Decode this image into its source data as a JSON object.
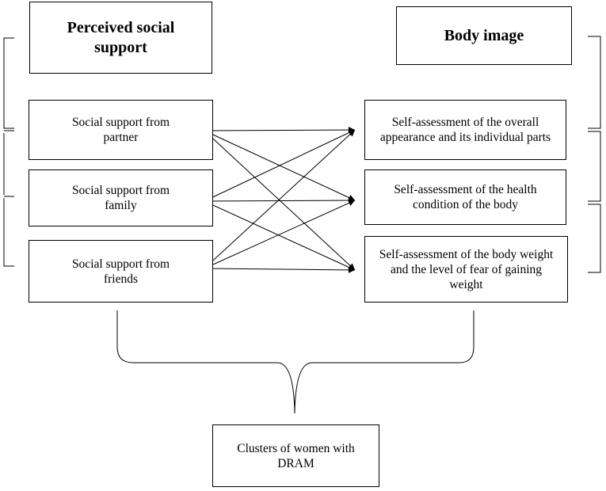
{
  "headers": {
    "left": "Perceived social support",
    "right": "Body image"
  },
  "social_support": [
    "Social support from partner",
    "Social support from family",
    "Social support from friends"
  ],
  "body_image": [
    "Self-assessment of the overall appearance and its individual parts",
    "Self-assessment of the health condition of the body",
    "Self-assessment of the body weight and the level of fear of gaining weight"
  ],
  "outcome": "Clusters of women with DRAM",
  "links": [
    {
      "from": "Social support from partner",
      "to": "Self-assessment of the overall appearance and its individual parts"
    },
    {
      "from": "Social support from partner",
      "to": "Self-assessment of the health condition of the body"
    },
    {
      "from": "Social support from partner",
      "to": "Self-assessment of the body weight and the level of fear of gaining weight"
    },
    {
      "from": "Social support from family",
      "to": "Self-assessment of the overall appearance and its individual parts"
    },
    {
      "from": "Social support from family",
      "to": "Self-assessment of the health condition of the body"
    },
    {
      "from": "Social support from family",
      "to": "Self-assessment of the body weight and the level of fear of gaining weight"
    },
    {
      "from": "Social support from friends",
      "to": "Self-assessment of the overall appearance and its individual parts"
    },
    {
      "from": "Social support from friends",
      "to": "Self-assessment of the health condition of the body"
    },
    {
      "from": "Social support from friends",
      "to": "Self-assessment of the body weight and the level of fear of gaining weight"
    }
  ]
}
